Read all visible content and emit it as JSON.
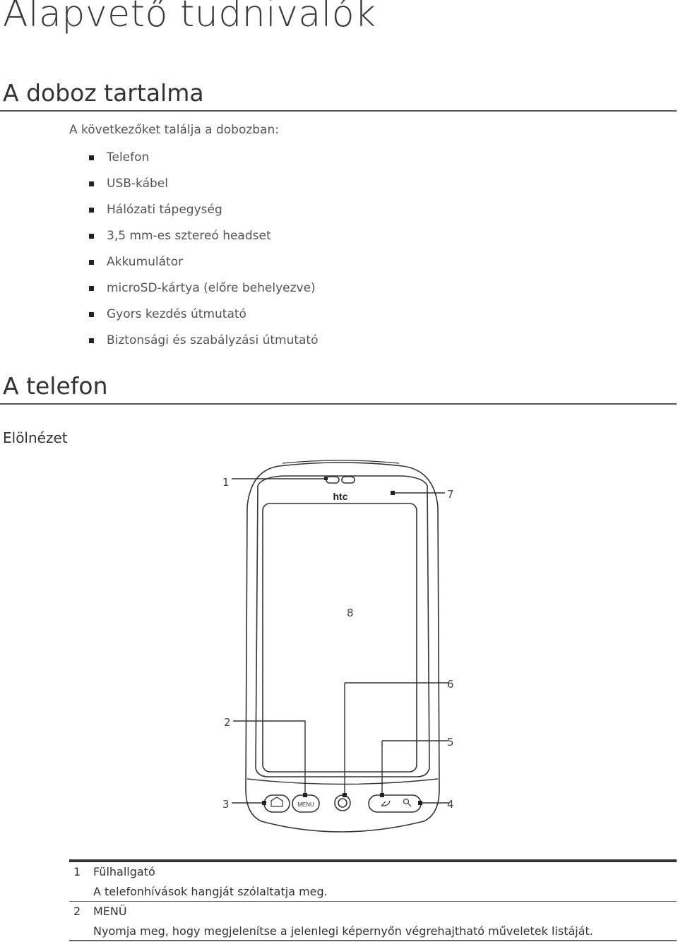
{
  "title": "Alapvető tudnivalók",
  "section_box": {
    "heading": "A doboz tartalma",
    "intro": "A következőket találja a dobozban:",
    "items": [
      "Telefon",
      "USB-kábel",
      "Hálózati tápegység",
      "3,5 mm-es sztereó headset",
      "Akkumulátor",
      "microSD-kártya (előre behelyezve)",
      "Gyors kezdés útmutató",
      "Biztonsági és szabályzási útmutató"
    ]
  },
  "section_phone": {
    "heading": "A telefon",
    "subheading": "Elölnézet",
    "brand": "htc",
    "menu_key_label": "MENU",
    "callouts": [
      "1",
      "2",
      "3",
      "4",
      "5",
      "6",
      "7",
      "8"
    ]
  },
  "legend": [
    {
      "num": "1",
      "title": "Fülhallgató",
      "desc": "A telefonhívások hangját szólaltatja meg."
    },
    {
      "num": "2",
      "title": "MENÜ",
      "desc": "Nyomja meg, hogy megjelenítse a jelenlegi képernyőn végrehajtható műveletek listáját."
    }
  ]
}
